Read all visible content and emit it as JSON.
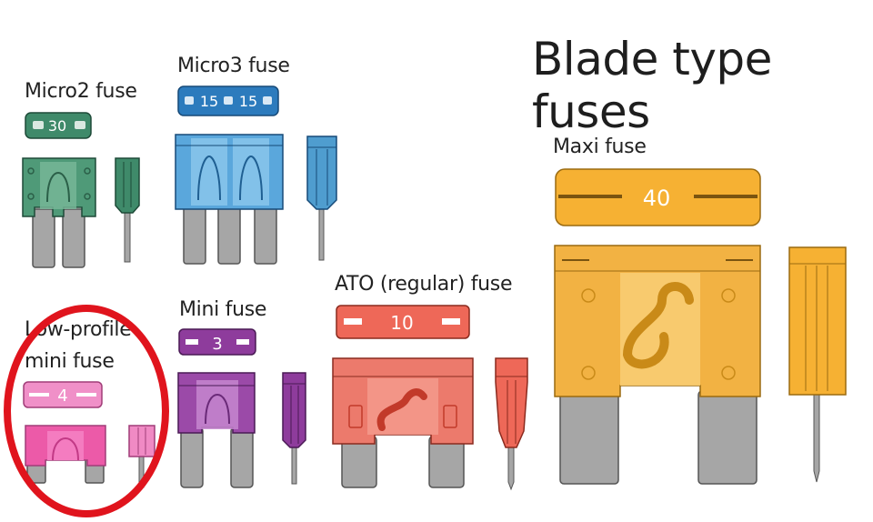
{
  "title": "Blade type fuses",
  "fuses": {
    "micro2": {
      "label": "Micro2 fuse",
      "rating": "30",
      "color": "#3f8a6a"
    },
    "micro3": {
      "label": "Micro3 fuse",
      "rating_a": "15",
      "rating_b": "15",
      "color": "#4f9dcf"
    },
    "maxi": {
      "label": "Maxi fuse",
      "rating": "40",
      "color": "#f6b133"
    },
    "low_profile_mini": {
      "label_line1": "Low-profile",
      "label_line2": "mini fuse",
      "rating": "4",
      "color": "#ec5aa8"
    },
    "mini": {
      "label": "Mini fuse",
      "rating": "3",
      "color": "#8e3c9c"
    },
    "ato": {
      "label": "ATO (regular) fuse",
      "rating": "10",
      "color": "#ee6858"
    }
  },
  "highlight": {
    "target": "low_profile_mini",
    "color": "#e0141d"
  }
}
